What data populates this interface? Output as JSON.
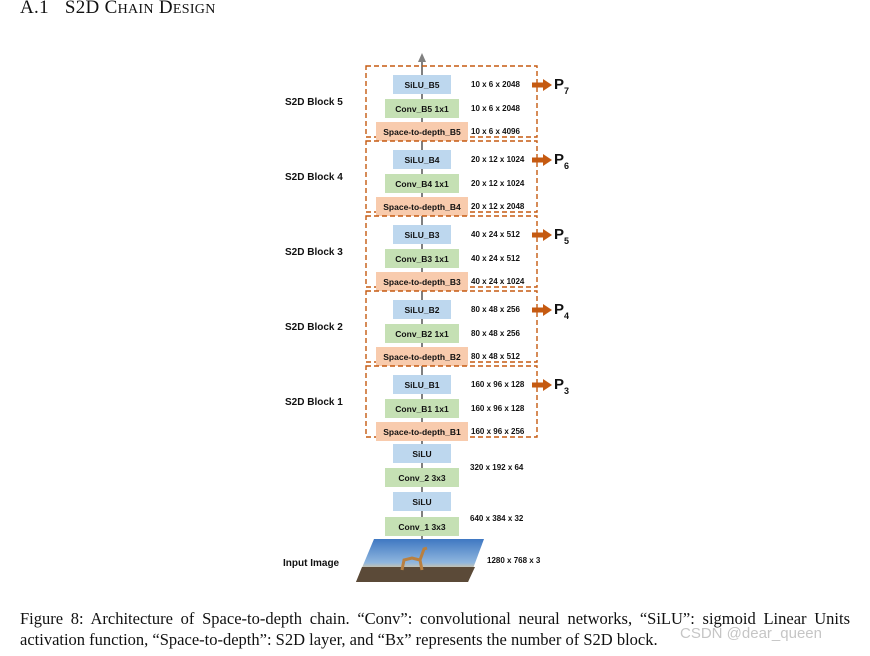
{
  "heading": {
    "number": "A.1",
    "title_cap1": "S2D C",
    "title_rest1": "HAIN",
    "title_cap2": "D",
    "title_rest2": "ESIGN"
  },
  "blocks": [
    {
      "label": "S2D Block 5",
      "layers": [
        {
          "name": "SiLU_B5",
          "type": "silu",
          "dim": "10 x 6 x 2048"
        },
        {
          "name": "Conv_B5 1x1",
          "type": "conv",
          "dim": "10 x 6 x 2048"
        },
        {
          "name": "Space-to-depth_B5",
          "type": "s2d",
          "dim": "10 x 6 x 4096"
        }
      ],
      "output": {
        "letter": "P",
        "sub": "7"
      }
    },
    {
      "label": "S2D Block 4",
      "layers": [
        {
          "name": "SiLU_B4",
          "type": "silu",
          "dim": "20 x 12 x 1024"
        },
        {
          "name": "Conv_B4 1x1",
          "type": "conv",
          "dim": "20 x 12 x 1024"
        },
        {
          "name": "Space-to-depth_B4",
          "type": "s2d",
          "dim": "20 x 12 x 2048"
        }
      ],
      "output": {
        "letter": "P",
        "sub": "6"
      }
    },
    {
      "label": "S2D Block 3",
      "layers": [
        {
          "name": "SiLU_B3",
          "type": "silu",
          "dim": "40 x 24 x 512"
        },
        {
          "name": "Conv_B3 1x1",
          "type": "conv",
          "dim": "40 x 24 x 512"
        },
        {
          "name": "Space-to-depth_B3",
          "type": "s2d",
          "dim": "40 x 24 x 1024"
        }
      ],
      "output": {
        "letter": "P",
        "sub": "5"
      }
    },
    {
      "label": "S2D Block 2",
      "layers": [
        {
          "name": "SiLU_B2",
          "type": "silu",
          "dim": "80 x 48 x 256"
        },
        {
          "name": "Conv_B2 1x1",
          "type": "conv",
          "dim": "80 x 48 x 256"
        },
        {
          "name": "Space-to-depth_B2",
          "type": "s2d",
          "dim": "80 x 48 x 512"
        }
      ],
      "output": {
        "letter": "P",
        "sub": "4"
      }
    },
    {
      "label": "S2D Block 1",
      "layers": [
        {
          "name": "SiLU_B1",
          "type": "silu",
          "dim": "160 x 96 x 128"
        },
        {
          "name": "Conv_B1 1x1",
          "type": "conv",
          "dim": "160 x 96 x 128"
        },
        {
          "name": "Space-to-depth_B1",
          "type": "s2d",
          "dim": "160 x 96 x 256"
        }
      ],
      "output": {
        "letter": "P",
        "sub": "3"
      }
    }
  ],
  "stem": [
    {
      "name": "SiLU",
      "type": "silu"
    },
    {
      "name": "Conv_2 3x3",
      "type": "conv"
    },
    {
      "name": "SiLU",
      "type": "silu"
    },
    {
      "name": "Conv_1 3x3",
      "type": "conv"
    }
  ],
  "stem_dims": [
    "320 x 192 x 64",
    "640 x 384 x 32"
  ],
  "input": {
    "label": "Input Image",
    "dim": "1280 x 768 x 3"
  },
  "caption": "Figure 8:  Architecture of Space-to-depth chain.  “Conv”:  convolutional neural networks, “SiLU”:  sigmoid Linear Units activation function, “Space-to-depth”: S2D layer, and “Bx” represents the number of S2D block.",
  "watermark": "CSDN @dear_queen",
  "colors": {
    "silu": "#bdd7ee",
    "conv": "#c5e0b4",
    "s2d": "#f8cbad",
    "block_border": "#c55a11",
    "arrow": "#c55a11",
    "spine": "#808080"
  }
}
